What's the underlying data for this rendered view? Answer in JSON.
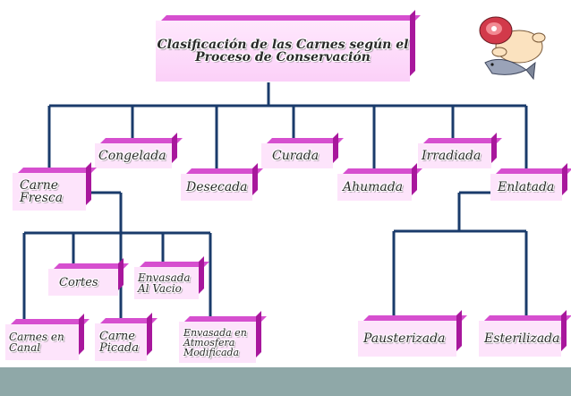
{
  "title": "Clasificación de las Carnes según el\nProceso de Conservación",
  "level1": {
    "congelada": "Congelada",
    "curada": "Curada",
    "irradiada": "Irradiada",
    "carne_fresca": "Carne\nFresca",
    "desecada": "Desecada",
    "ahumada": "Ahumada",
    "enlatada": "Enlatada"
  },
  "fresca_children": {
    "cortes": "Cortes",
    "envasada_al_vacio": "Envasada\nAl Vacio",
    "carnes_en_canal": "Carnes en\nCanal",
    "carne_picada": "Carne\nPicada",
    "envasada_atmosfera": "Envasada en\nAtmosfera\nModificada"
  },
  "enlatada_children": {
    "pausterizada": "Pausterizada",
    "esterilizada": "Esterilizada"
  },
  "colors": {
    "box_face": "#fde4fb",
    "box_top": "#d64fcf",
    "box_side": "#a8179c",
    "connector": "#1a3b6b",
    "footer_bar": "#8fa8a8"
  },
  "icons": [
    "meat-ham-icon",
    "chicken-icon",
    "fish-icon"
  ]
}
